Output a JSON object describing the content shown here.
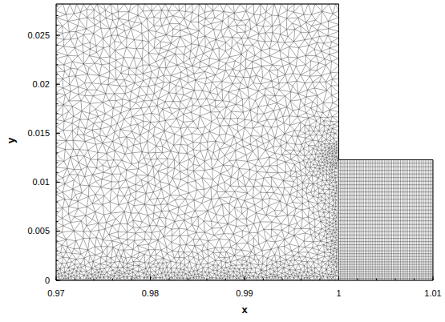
{
  "diagram": {
    "labels": [
      "0.97",
      "0.98",
      "0.99",
      "1",
      "1.01",
      "0",
      "0.005",
      "0.01",
      "0.015",
      "0.02",
      "0.025",
      "x",
      "y"
    ]
  }
}
